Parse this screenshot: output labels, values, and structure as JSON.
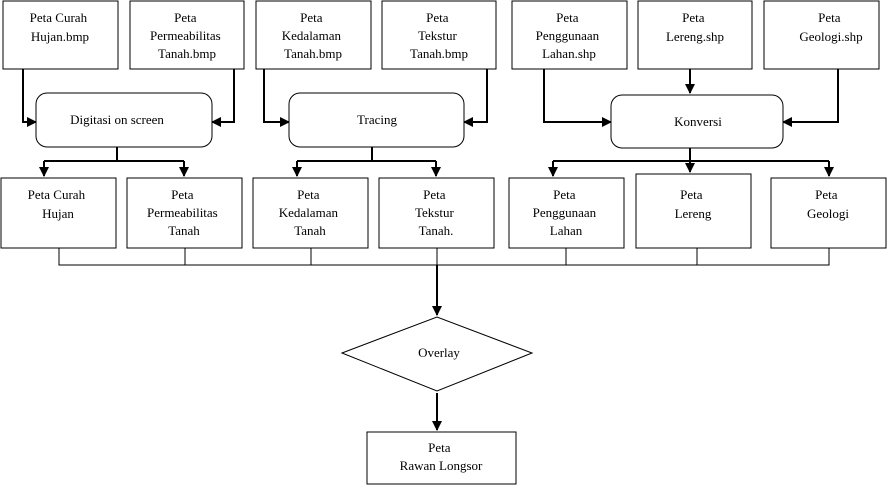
{
  "colors": {
    "stroke": "#000000",
    "fill": "#ffffff"
  },
  "inputs": {
    "curah_hujan": [
      "Peta Curah",
      "Hujan.bmp"
    ],
    "permeabilitas": [
      "Peta",
      "Permeabilitas",
      "Tanah.bmp"
    ],
    "kedalaman": [
      "Peta",
      "Kedalaman",
      "Tanah.bmp"
    ],
    "tekstur": [
      "Peta",
      "Tekstur",
      "Tanah.bmp"
    ],
    "penggunaan": [
      "Peta",
      "Penggunaan",
      "Lahan.shp"
    ],
    "lereng": [
      "Peta",
      "Lereng.shp"
    ],
    "geologi": [
      "Peta",
      "Geologi.shp"
    ]
  },
  "processes": {
    "digitasi": "Digitasi on screen",
    "tracing": "Tracing",
    "konversi": "Konversi"
  },
  "outputs": {
    "curah_hujan": [
      "Peta Curah",
      "Hujan"
    ],
    "permeabilitas": [
      "Peta",
      "Permeabilitas",
      "Tanah"
    ],
    "kedalaman": [
      "Peta",
      "Kedalaman",
      "Tanah"
    ],
    "tekstur": [
      "Peta",
      "Tekstur",
      "Tanah."
    ],
    "penggunaan": [
      "Peta",
      "Penggunaan",
      "Lahan"
    ],
    "lereng": [
      "Peta",
      "Lereng"
    ],
    "geologi": [
      "Peta",
      "Geologi"
    ]
  },
  "overlay": "Overlay",
  "result": [
    "Peta",
    "Rawan Longsor"
  ]
}
